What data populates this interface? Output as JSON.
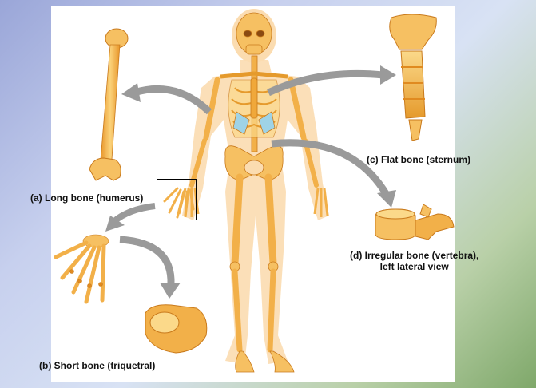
{
  "labels": {
    "long_bone": "(a) Long bone (humerus)",
    "short_bone": "(b) Short bone (triquetral)",
    "flat_bone": "(c) Flat bone (sternum)",
    "irregular_bone_line1": "(d) Irregular bone (vertebra),",
    "irregular_bone_line2": "left lateral view"
  },
  "colors": {
    "bone": "#f4b43c",
    "bone_light": "#fbd98a",
    "skin": "#fbdcb0",
    "cartilage": "#9fd3e6",
    "arrow": "#9a9a9a"
  }
}
